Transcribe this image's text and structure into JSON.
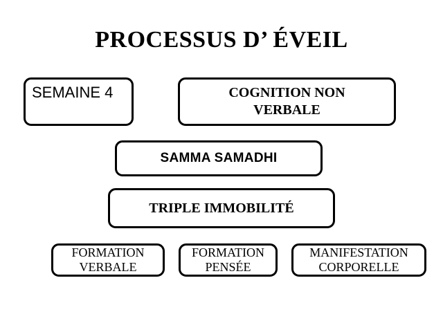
{
  "slide": {
    "background_color": "#ffffff",
    "text_color": "#000000",
    "border_color": "#000000",
    "title": "PROCESSUS D’ ÉVEIL",
    "nodes": {
      "semaine": "SEMAINE 4",
      "cognition_line1": "COGNITION NON",
      "cognition_line2": "VERBALE",
      "samma": "SAMMA SAMADHI",
      "triple": "TRIPLE IMMOBILITÉ",
      "formation_verbale_line1": "FORMATION",
      "formation_verbale_line2": "VERBALE",
      "formation_pensee_line1": "FORMATION",
      "formation_pensee_line2": "PENSÉE",
      "manifestation_corporelle_line1": "MANIFESTATION",
      "manifestation_corporelle_line2": "CORPORELLE"
    }
  }
}
